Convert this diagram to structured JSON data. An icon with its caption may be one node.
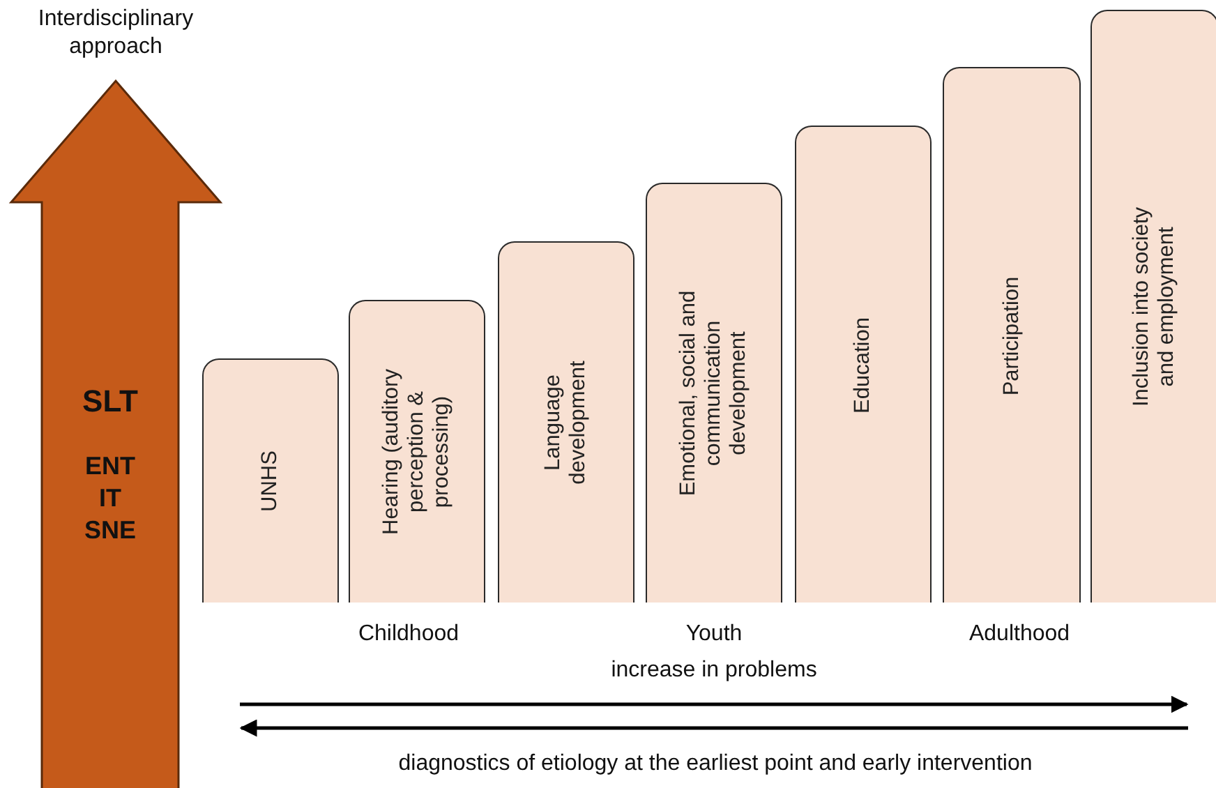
{
  "diagram": {
    "nodes": [
      {
        "text": [
          "Interdisciplinary approach",
          "SLT",
          "ENT IT SNE"
        ]
      },
      {
        "text": [
          "UNHS"
        ]
      },
      {
        "text": [
          "Hearing (auditory perception & processing)"
        ]
      },
      {
        "text": [
          "Language development"
        ]
      },
      {
        "text": [
          "Emotional, social and communication development"
        ]
      },
      {
        "text": [
          "Education"
        ]
      },
      {
        "text": [
          "Participation"
        ]
      },
      {
        "text": [
          "Inclusion into society and employment"
        ]
      }
    ],
    "labels": [
      "Childhood",
      "Youth",
      "increase in problems",
      "Adulthood",
      "diagnostics of etiology at the earliest point and early intervention"
    ]
  }
}
